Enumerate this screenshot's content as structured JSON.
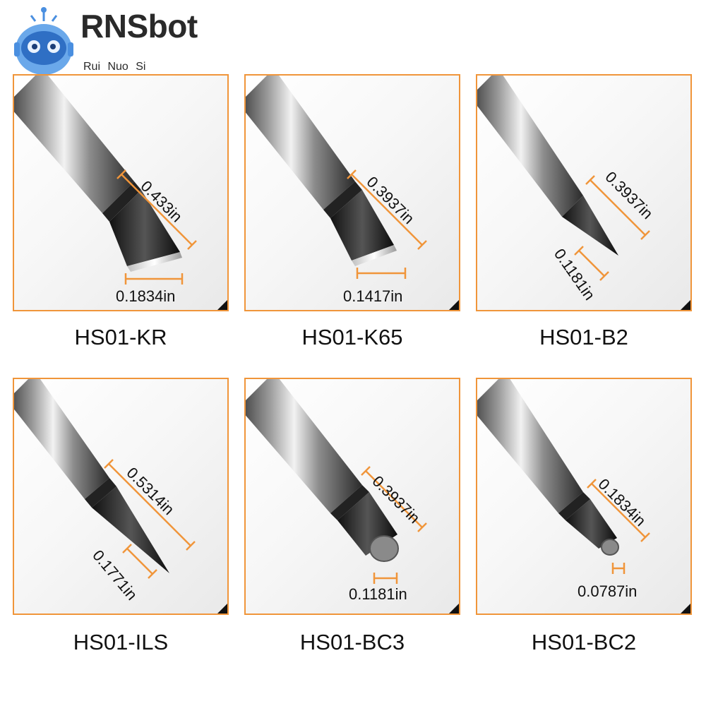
{
  "brand": {
    "name": "RNSbot",
    "subtitle": "Rui Nuo Si",
    "accent": "#f0953a",
    "icon": "robot-head-icon"
  },
  "tips": [
    {
      "model": "HS01-KR",
      "length": "0.433in",
      "width": "0.1834in"
    },
    {
      "model": "HS01-K65",
      "length": "0.3937in",
      "width": "0.1417in"
    },
    {
      "model": "HS01-B2",
      "length": "0.3937in",
      "width": "0.1181in"
    },
    {
      "model": "HS01-ILS",
      "length": "0.5314in",
      "width": "0.1771in"
    },
    {
      "model": "HS01-BC3",
      "length": "0.3937in",
      "width": "0.1181in"
    },
    {
      "model": "HS01-BC2",
      "length": "0.1834in",
      "width": "0.0787in"
    }
  ]
}
